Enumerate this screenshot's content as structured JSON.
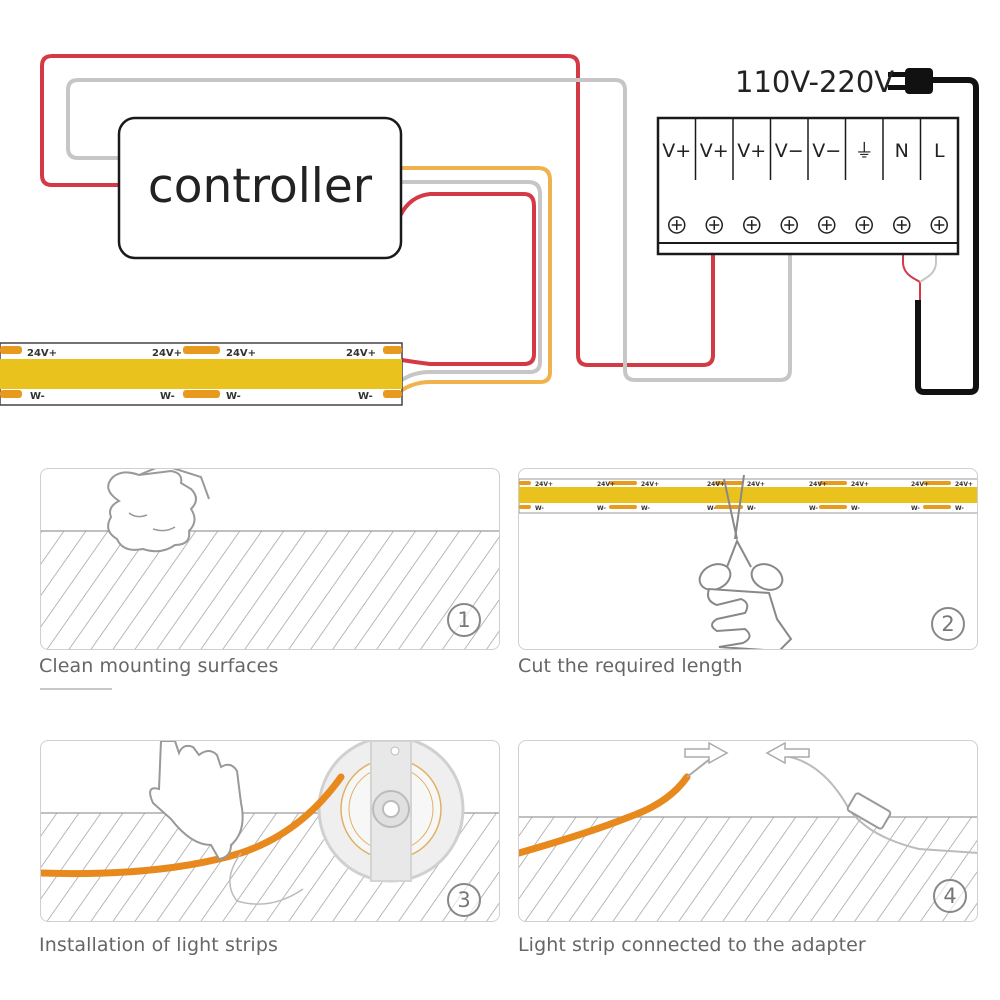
{
  "voltage_label": "110V-220V",
  "controller_label": "controller",
  "terminals": [
    "V+",
    "V+",
    "V+",
    "V−",
    "V−",
    "⏚",
    "N",
    "L"
  ],
  "strip": {
    "pos_label": "24V+",
    "neg_label": "W-"
  },
  "colors": {
    "red": "#d43a45",
    "gray": "#c6c6c6",
    "orange": "#f0b24c",
    "strip_yellow": "#e9c21e",
    "pad": "#e89a1e",
    "led_orange": "#e8891e"
  },
  "steps": [
    {
      "number": "1",
      "caption": "Clean mounting surfaces"
    },
    {
      "number": "2",
      "caption": "Cut the required length"
    },
    {
      "number": "3",
      "caption": "Installation of light strips"
    },
    {
      "number": "4",
      "caption": "Light strip connected to the adapter"
    }
  ]
}
